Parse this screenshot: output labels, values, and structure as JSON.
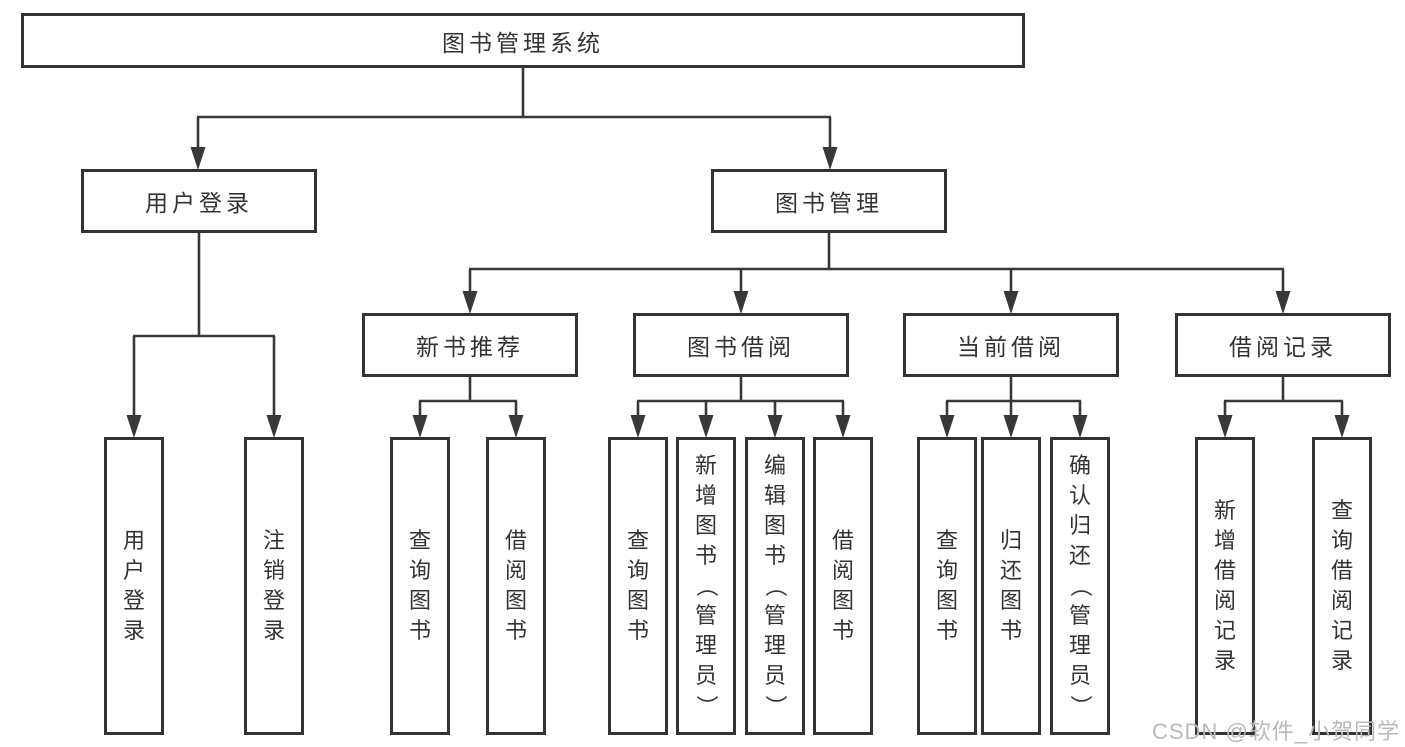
{
  "diagram": {
    "nodes": {
      "root": {
        "label": "图书管理系统"
      },
      "user_login": {
        "label": "用户登录"
      },
      "book_mgmt": {
        "label": "图书管理"
      },
      "new_books": {
        "label": "新书推荐"
      },
      "book_borrow": {
        "label": "图书借阅"
      },
      "current_borrow": {
        "label": "当前借阅"
      },
      "borrow_record": {
        "label": "借阅记录"
      },
      "leaf_user_login": {
        "label": "用户登录"
      },
      "leaf_logout": {
        "label": "注销登录"
      },
      "leaf_nb_query": {
        "label": "查询图书"
      },
      "leaf_nb_borrow": {
        "label": "借阅图书"
      },
      "leaf_bb_query": {
        "label": "查询图书"
      },
      "leaf_bb_add": {
        "label": "新增图书（管理员）"
      },
      "leaf_bb_edit": {
        "label": "编辑图书（管理员）"
      },
      "leaf_bb_borrow": {
        "label": "借阅图书"
      },
      "leaf_cb_query": {
        "label": "查询图书"
      },
      "leaf_cb_return": {
        "label": "归还图书"
      },
      "leaf_cb_confirm": {
        "label": "确认归还（管理员）"
      },
      "leaf_br_add": {
        "label": "新增借阅记录"
      },
      "leaf_br_query": {
        "label": "查询借阅记录"
      }
    },
    "watermark": "CSDN @软件_小贺同学",
    "colors": {
      "background": "#ffffff",
      "box_border": "#333333",
      "text": "#333333",
      "line": "#383838",
      "watermark_text": "#b9b9b9"
    }
  }
}
